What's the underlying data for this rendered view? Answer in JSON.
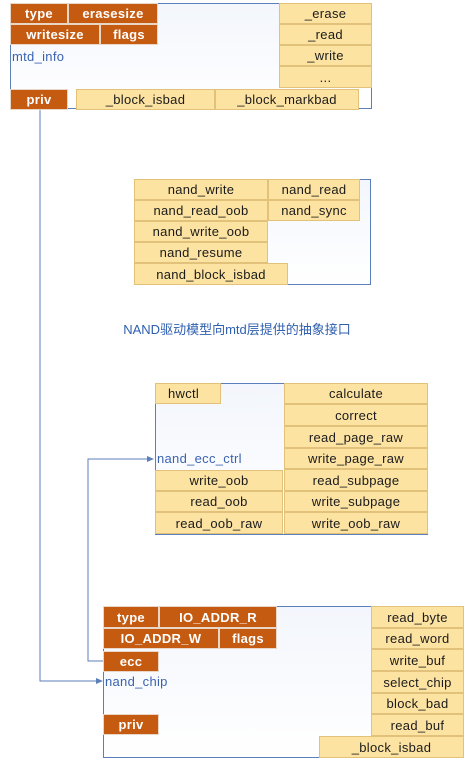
{
  "mtd_info": {
    "label": "mtd_info",
    "fields": [
      "type",
      "erasesize",
      "writesize",
      "flags",
      "priv"
    ],
    "ops": [
      "_erase",
      "_read",
      "_write",
      "..."
    ],
    "bottom_ops": [
      "_block_isbad",
      "_block_markbad"
    ]
  },
  "nand_api": {
    "col1": [
      "nand_write",
      "nand_read_oob",
      "nand_write_oob",
      "nand_resume",
      "nand_block_isbad"
    ],
    "col2": [
      "nand_read",
      "nand_sync"
    ],
    "caption": "NAND驱动模型向mtd层提供的抽象接口"
  },
  "nand_ecc_ctrl": {
    "label": "nand_ecc_ctrl",
    "hwctl": "hwctl",
    "left_ops": [
      "write_oob",
      "read_oob",
      "read_oob_raw"
    ],
    "right_ops": [
      "calculate",
      "correct",
      "read_page_raw",
      "write_page_raw",
      "read_subpage",
      "write_subpage",
      "write_oob_raw"
    ]
  },
  "nand_chip": {
    "label": "nand_chip",
    "fields": [
      "type",
      "IO_ADDR_R",
      "IO_ADDR_W",
      "flags",
      "ecc",
      "priv"
    ],
    "ops": [
      "read_byte",
      "read_word",
      "write_buf",
      "select_chip",
      "block_bad",
      "read_buf"
    ],
    "bottom_op": "_block_isbad"
  },
  "colors": {
    "field": "#c55a11",
    "op": "#fde3a2",
    "frame": "#5b7fb8",
    "caption": "#2e5fae"
  }
}
